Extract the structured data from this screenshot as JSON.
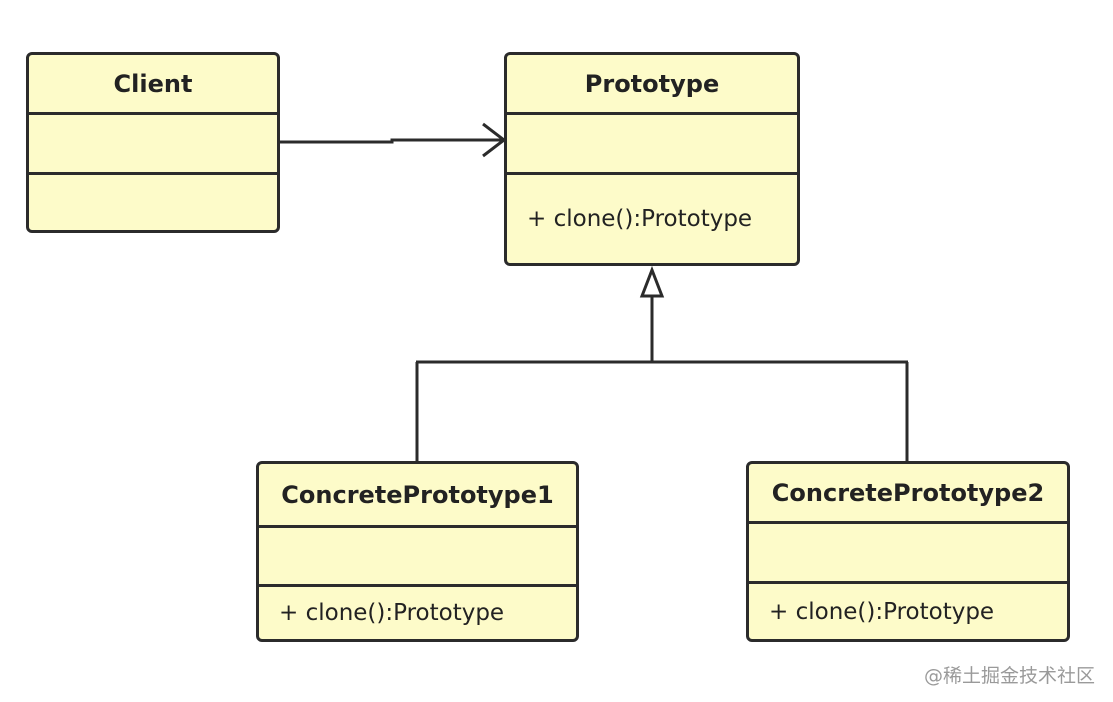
{
  "classes": {
    "client": {
      "name": "Client",
      "operation": ""
    },
    "prototype": {
      "name": "Prototype",
      "operation": "+ clone():Prototype"
    },
    "concrete1": {
      "name": "ConcretePrototype1",
      "operation": "+ clone():Prototype"
    },
    "concrete2": {
      "name": "ConcretePrototype2",
      "operation": "+ clone():Prototype"
    }
  },
  "colors": {
    "box_fill": "#fdfbc9",
    "stroke": "#2b2b2b"
  },
  "watermark": "@稀土掘金技术社区"
}
